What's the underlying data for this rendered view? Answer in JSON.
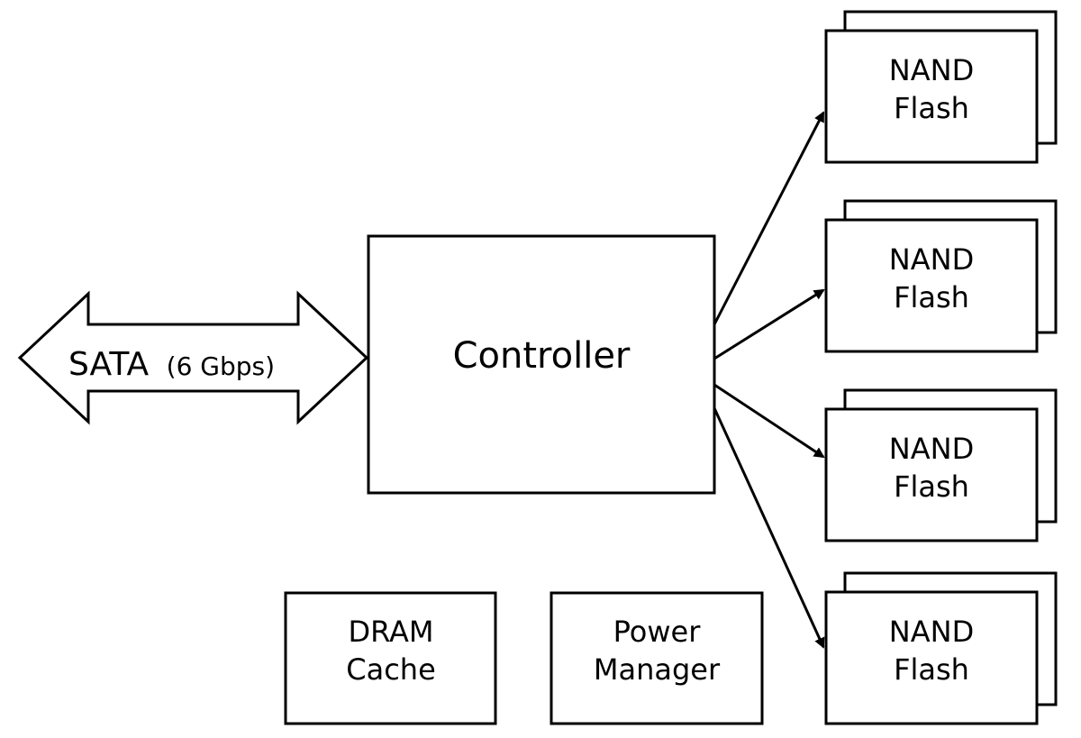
{
  "sata": {
    "label": "SATA",
    "speed": "(6 Gbps)"
  },
  "controller": {
    "label": "Controller"
  },
  "nand_modules": [
    {
      "line1": "NAND",
      "line2": "Flash"
    },
    {
      "line1": "NAND",
      "line2": "Flash"
    },
    {
      "line1": "NAND",
      "line2": "Flash"
    },
    {
      "line1": "NAND",
      "line2": "Flash"
    }
  ],
  "dram": {
    "line1": "DRAM",
    "line2": "Cache"
  },
  "power_manager": {
    "line1": "Power",
    "line2": "Manager"
  },
  "colors": {
    "stroke": "#000000",
    "fill": "#ffffff",
    "text": "#000000"
  }
}
